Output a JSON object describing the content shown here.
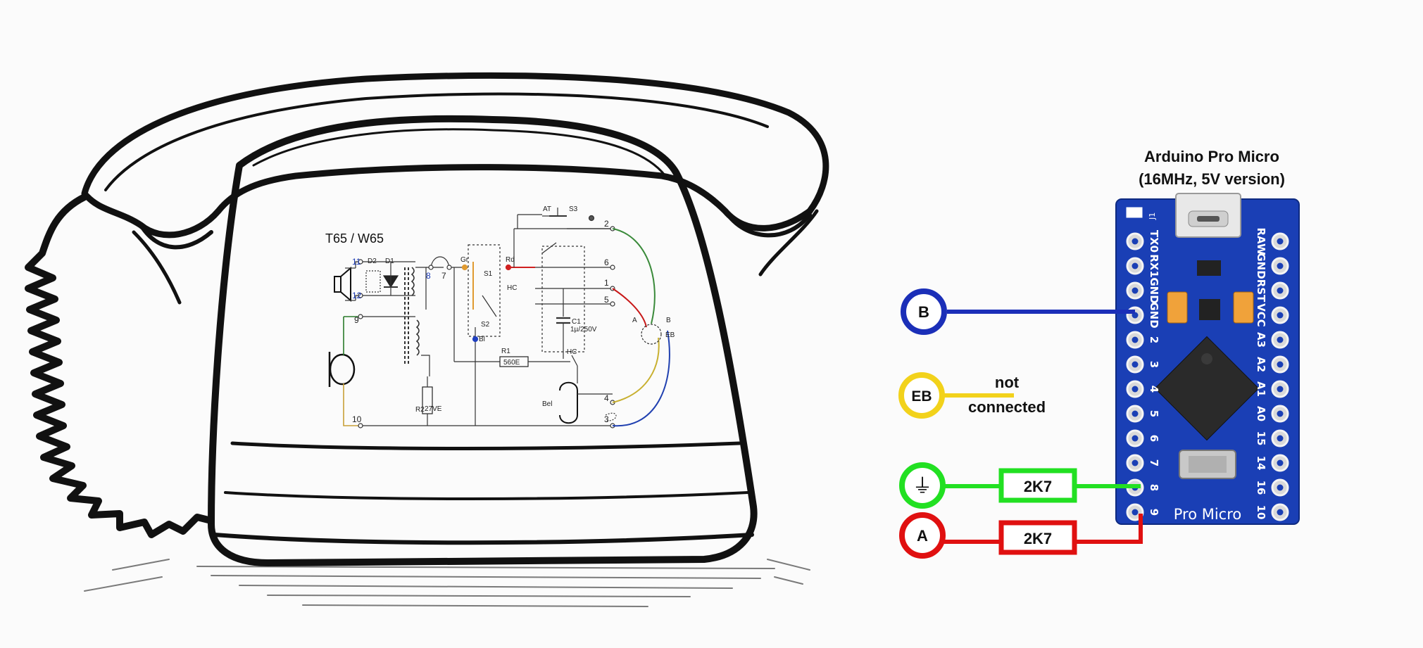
{
  "schematic": {
    "title": "T65 / W65",
    "components": {
      "d2": "D2",
      "d1": "D1",
      "s1": "S1",
      "s2": "S2",
      "s3": "S3",
      "at": "AT",
      "r1": "R1",
      "r1_value": "560E",
      "r2": "R2",
      "r2_value": "27VE",
      "c1": "C1",
      "c1_value": "1µ/250V",
      "hc1": "HC",
      "hc2": "HC",
      "bel": "Bel",
      "rd": "Rd",
      "gr": "Gr",
      "bl": "Bl",
      "a": "A",
      "b": "B",
      "eb": "EB"
    },
    "terminals": [
      "11",
      "12",
      "9",
      "10",
      "8",
      "7",
      "2",
      "6",
      "1",
      "5",
      "4",
      "3"
    ]
  },
  "board": {
    "title_line1": "Arduino Pro Micro",
    "title_line2": "(16MHz, 5V version)",
    "board_label": "Pro Micro",
    "left_pins": [
      "TX0",
      "RX1",
      "GND",
      "GND",
      "2",
      "3",
      "4",
      "5",
      "6",
      "7",
      "8",
      "9"
    ],
    "right_pins": [
      "RAW",
      "GND",
      "RST",
      "VCC",
      "A3",
      "A2",
      "A1",
      "A0",
      "15",
      "14",
      "16",
      "10"
    ],
    "header_label": "J1"
  },
  "connections": {
    "b_label": "B",
    "eb_label": "EB",
    "eb_note_line1": "not",
    "eb_note_line2": "connected",
    "ground_label": "⏚",
    "a_label": "A",
    "resistor_ground": "2K7",
    "resistor_a": "2K7"
  },
  "colors": {
    "b": "#1b2fb8",
    "eb": "#f2d21b",
    "ground": "#22e022",
    "a": "#e01010",
    "board": "#1a3fb5"
  }
}
